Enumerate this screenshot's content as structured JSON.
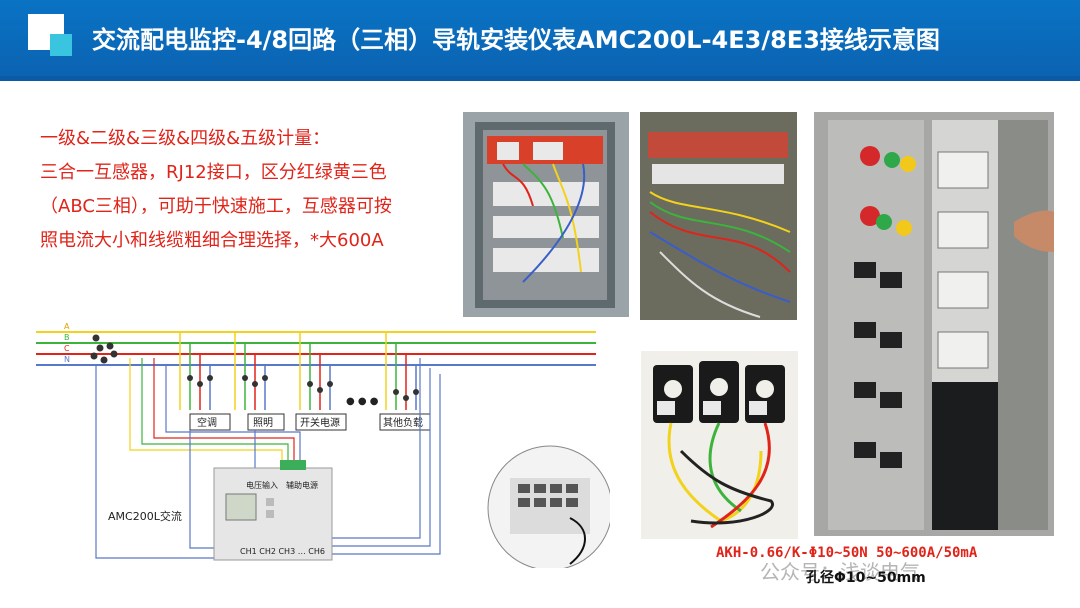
{
  "header": {
    "title": "交流配电监控-4/8回路（三相）导轨安装仪表AMC200L-4E3/8E3接线示意图"
  },
  "description": {
    "lines": [
      "一级&二级&三级&四级&五级计量：",
      "三合一互感器，RJ12接口，区分红绿黄三色",
      "（ABC三相），可助于快速施工，互感器可按",
      "照电流大小和线缆粗细合理选择，*大600A"
    ]
  },
  "diagram": {
    "phases": [
      "A",
      "B",
      "C",
      "N"
    ],
    "loads": [
      "空调",
      "照明",
      "开关电源",
      "其他负载"
    ],
    "ellipsis": "● ● ●",
    "meter_label": "AMC200L交流",
    "voltage_input": "电压输入",
    "aux_power": "辅助电源",
    "channels": "CH1 CH2 CH3 … CH6"
  },
  "captions": {
    "ct_spec": "AKH-0.66/K-Φ10~50N 50~600A/50mA",
    "hole_size": "孔径Φ10~50mm"
  },
  "watermark": "公众号：浅谈电气",
  "colors": {
    "header_blue": "#0a73c4",
    "accent_cyan": "#39c4e0",
    "text_red": "#e0241a",
    "phase_a": "#f2d21a",
    "phase_b": "#3cb43c",
    "phase_c": "#e0241a",
    "neutral": "#5a78c8"
  }
}
